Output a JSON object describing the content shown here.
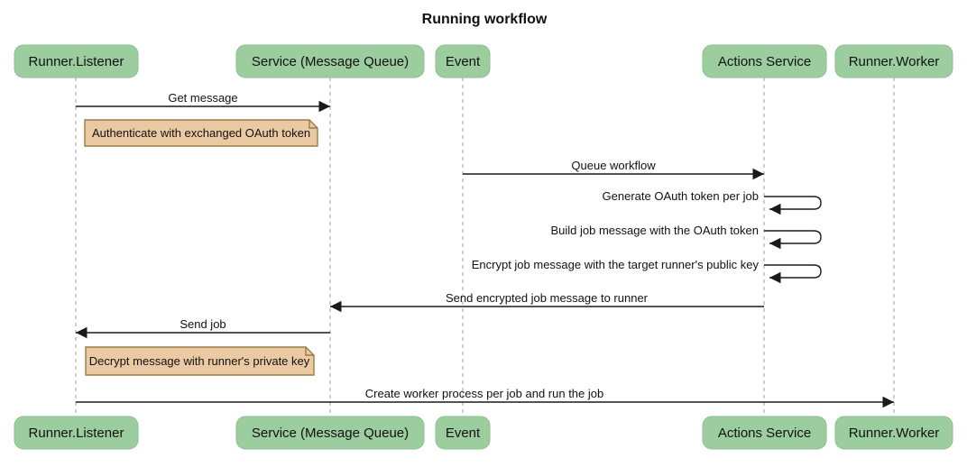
{
  "title": "Running workflow",
  "actors": [
    {
      "id": "runner-listener",
      "label": "Runner.Listener"
    },
    {
      "id": "service-message-queue",
      "label": "Service (Message Queue)"
    },
    {
      "id": "event",
      "label": "Event"
    },
    {
      "id": "actions-service",
      "label": "Actions Service"
    },
    {
      "id": "runner-worker",
      "label": "Runner.Worker"
    }
  ],
  "messages": [
    {
      "label": "Get message",
      "from": "runner-listener",
      "to": "service-message-queue",
      "type": "arrow"
    },
    {
      "label": "Queue workflow",
      "from": "event",
      "to": "actions-service",
      "type": "arrow"
    },
    {
      "label": "Generate OAuth token per job",
      "from": "actions-service",
      "to": "actions-service",
      "type": "self"
    },
    {
      "label": "Build job message with the OAuth token",
      "from": "actions-service",
      "to": "actions-service",
      "type": "self"
    },
    {
      "label": "Encrypt job message with the target runner's public key",
      "from": "actions-service",
      "to": "actions-service",
      "type": "self"
    },
    {
      "label": "Send encrypted job message to runner",
      "from": "actions-service",
      "to": "service-message-queue",
      "type": "arrow"
    },
    {
      "label": "Send job",
      "from": "service-message-queue",
      "to": "runner-listener",
      "type": "arrow"
    },
    {
      "label": "Create worker process per job and run the job",
      "from": "runner-listener",
      "to": "runner-worker",
      "type": "arrow"
    }
  ],
  "notes": [
    {
      "label": "Authenticate with exchanged OAuth token",
      "over": "runner-listener"
    },
    {
      "label": "Decrypt message with runner's private key",
      "over": "runner-listener"
    }
  ],
  "colors": {
    "actor_fill": "#9bcd9f",
    "note_fill": "#ebc9a3",
    "note_border": "#9c7a46",
    "lifeline": "#b5b5b5",
    "arrow": "#1a1a1a"
  }
}
